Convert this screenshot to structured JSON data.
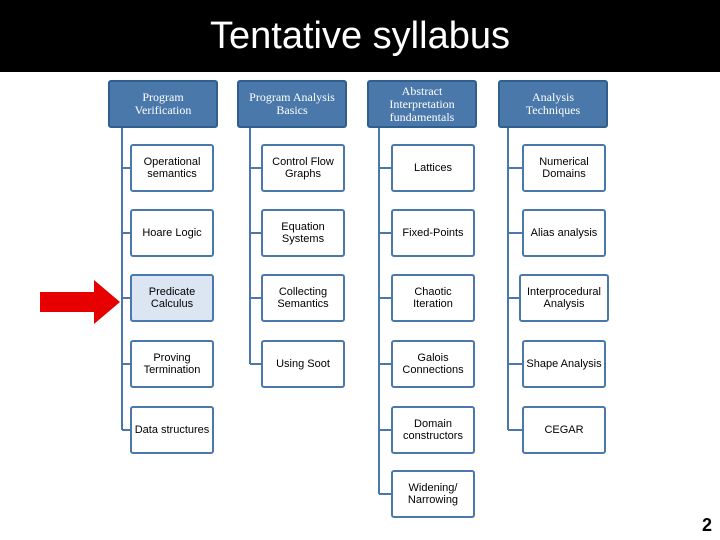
{
  "title": "Tentative syllabus",
  "page_number": "2",
  "colors": {
    "header_fill": "#4a78ab",
    "node_border": "#4a78ab",
    "highlight": "#dce6f2",
    "arrow": "#e60000"
  },
  "columns": [
    {
      "header": "Program Verification",
      "items": [
        "Operational semantics",
        "Hoare Logic",
        "Predicate Calculus",
        "Proving Termination",
        "Data structures"
      ]
    },
    {
      "header": "Program Analysis Basics",
      "items": [
        "Control Flow Graphs",
        "Equation Systems",
        "Collecting Semantics",
        "Using Soot"
      ]
    },
    {
      "header": "Abstract Interpretation fundamentals",
      "items": [
        "Lattices",
        "Fixed-Points",
        "Chaotic Iteration",
        "Galois Connections",
        "Domain constructors",
        "Widening/ Narrowing"
      ]
    },
    {
      "header": "Analysis Techniques",
      "items": [
        "Numerical Domains",
        "Alias analysis",
        "Interprocedural Analysis",
        "Shape Analysis",
        "CEGAR"
      ]
    }
  ]
}
